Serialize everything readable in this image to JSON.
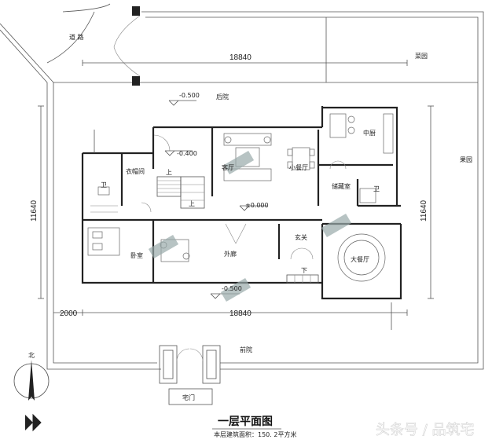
{
  "title": "一层平面图",
  "subtitle": "本层建筑面积：150. 2平方米",
  "watermark": "头条号 / 品筑宅",
  "stamp_text": "品筑宅",
  "dimensions": {
    "top_width": "18840",
    "bottom_width": "18840",
    "left_height": "11640",
    "right_height": "11640",
    "setback": "2000"
  },
  "levels": {
    "rear": "-0.500",
    "stair": "-0.400",
    "floor": "±0.000",
    "front": "-0.500"
  },
  "rooms": {
    "road": "道 路",
    "vegetable_garden": "菜园",
    "backyard": "后院",
    "orchard": "果园",
    "kitchen": "中厨",
    "living_room": "客厅",
    "small_dining": "小餐厅",
    "storage": "储藏室",
    "cloakroom": "衣帽间",
    "bath1": "卫",
    "bath2": "卫",
    "bedroom": "卧室",
    "corridor": "外廊",
    "foyer": "玄关",
    "big_dining": "大餐厅",
    "front_yard": "前院",
    "gate": "宅门",
    "north": "北"
  },
  "stair_marks": {
    "up1": "上",
    "up2": "上",
    "down": "下"
  }
}
